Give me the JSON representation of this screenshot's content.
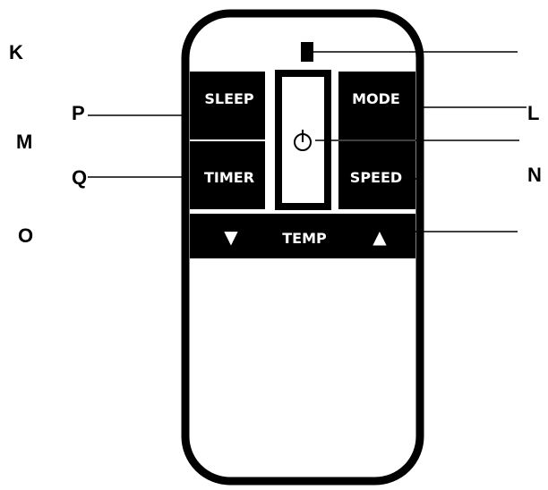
{
  "remote": {
    "buttons": {
      "sleep": "SLEEP",
      "timer": "TIMER",
      "mode": "MODE",
      "speed": "SPEED",
      "temp": "TEMP",
      "temp_down": "▼",
      "temp_up": "▲"
    },
    "icons": {
      "power": "power-icon",
      "indicator": "indicator-light"
    }
  },
  "callouts": {
    "k": "K",
    "l": "L",
    "m": "M",
    "n": "N",
    "o": "O",
    "p": "P",
    "q": "Q"
  },
  "colors": {
    "body_outline": "#000000",
    "button_fill": "#000000",
    "button_text": "#ffffff",
    "background": "#ffffff"
  }
}
